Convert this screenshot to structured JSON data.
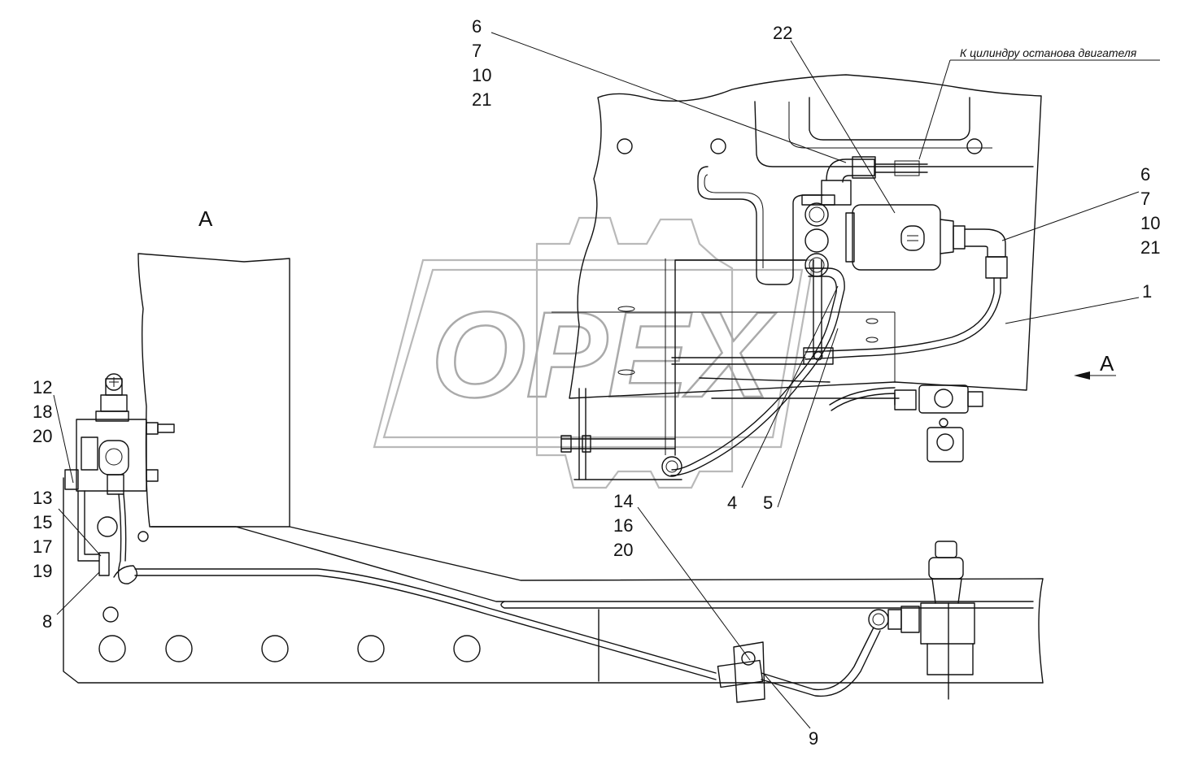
{
  "view_label": "А",
  "arrow_label": "А",
  "note": "К цилиндру останова двигателя",
  "watermark": "OPEX",
  "callouts": {
    "c6_7_10_21_top": [
      "6",
      "7",
      "10",
      "21"
    ],
    "c22": "22",
    "c6_7_10_21_right": [
      "6",
      "7",
      "10",
      "21"
    ],
    "c1": "1",
    "c4": "4",
    "c5": "5",
    "c14_16_20": [
      "14",
      "16",
      "20"
    ],
    "c12_18_20": [
      "12",
      "18",
      "20"
    ],
    "c13_15_17_19": [
      "13",
      "15",
      "17",
      "19"
    ],
    "c8": "8",
    "c9": "9"
  }
}
